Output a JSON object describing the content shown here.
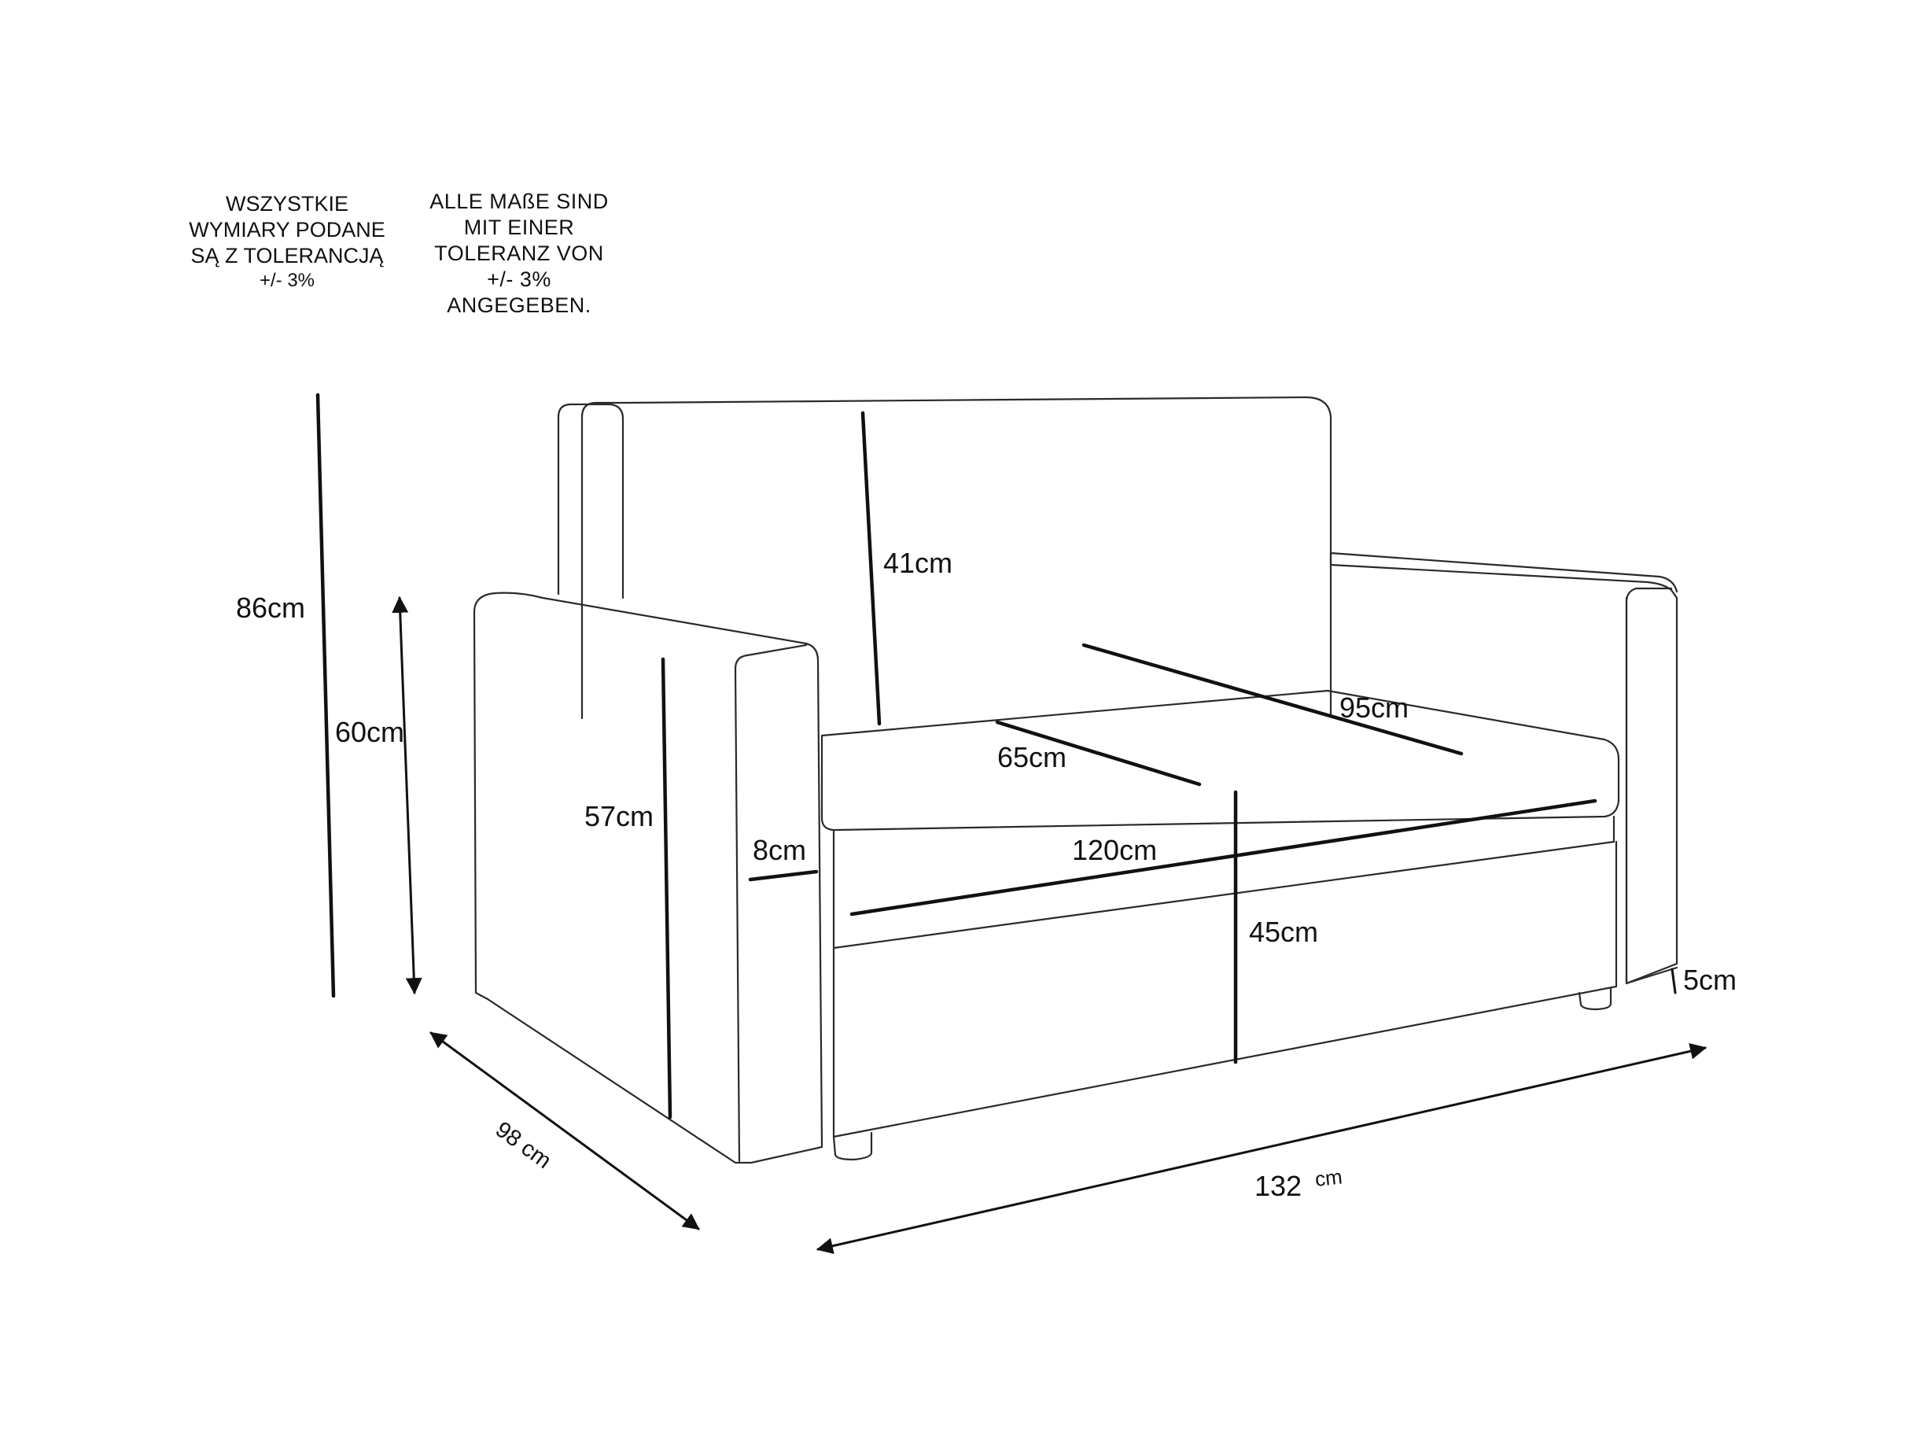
{
  "notes": {
    "polish": [
      "WSZYSTKIE",
      "WYMIARY PODANE",
      "SĄ Z TOLERANCJĄ",
      "+/- 3%"
    ],
    "german": [
      "ALLE MAßE SIND",
      "MIT EINER",
      "TOLERANZ VON",
      "+/- 3%",
      "ANGEGEBEN."
    ]
  },
  "dimensions": {
    "total_height": "86cm",
    "armrest_height": "60cm",
    "armrest_depth_height": "57cm",
    "backrest_height": "41cm",
    "seat_depth_back": "95cm",
    "seat_depth": "65cm",
    "armrest_width": "8cm",
    "seat_width": "120cm",
    "seat_height": "45cm",
    "leg_height": "5cm",
    "depth": "98 cm",
    "width_value": "132",
    "width_unit": "cm"
  }
}
